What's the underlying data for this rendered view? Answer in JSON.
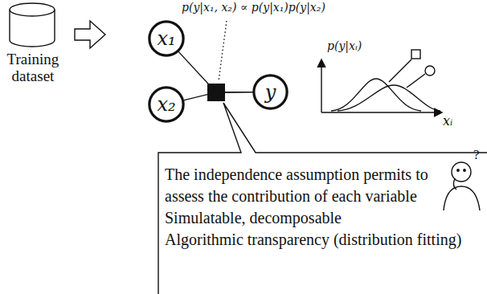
{
  "diagram": {
    "nodes": [
      {
        "text": [
          "x₁"
        ]
      },
      {
        "text": [
          "x₂"
        ]
      },
      {
        "text": [
          "y"
        ]
      },
      {
        "text": [
          "The independence assumption permits to assess the contribution of each variable",
          "Simulatable, decomposable",
          "Algorithmic transparency (distribution fitting)"
        ]
      }
    ],
    "edges": [
      {
        "from": 0,
        "to": 2,
        "arrow": "none"
      },
      {
        "from": 1,
        "to": 2,
        "arrow": "none"
      }
    ],
    "labels": [
      "p(y|x₁, x₂) ∝ p(y|x₁)p(y|x₂)",
      "Training dataset",
      "p(y|xᵢ)",
      "xᵢ",
      "?"
    ]
  }
}
